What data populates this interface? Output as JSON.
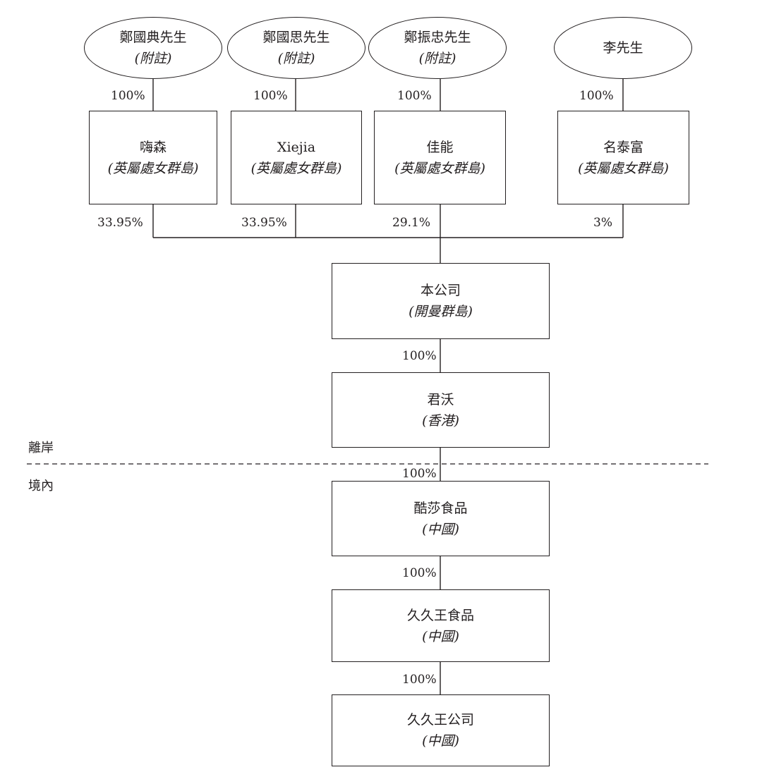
{
  "shareholders": [
    {
      "name": "鄭國典先生",
      "note": "(附註)"
    },
    {
      "name": "鄭國思先生",
      "note": "(附註)"
    },
    {
      "name": "鄭振忠先生",
      "note": "(附註)"
    },
    {
      "name": "李先生"
    }
  ],
  "holdcos": [
    {
      "name": "嗨森",
      "place": "(英屬處女群島)",
      "owner_pct": "100%",
      "stake_pct": "33.95%"
    },
    {
      "name": "Xiejia",
      "place": "(英屬處女群島)",
      "owner_pct": "100%",
      "stake_pct": "33.95%"
    },
    {
      "name": "佳能",
      "place": "(英屬處女群島)",
      "owner_pct": "100%",
      "stake_pct": "29.1%"
    },
    {
      "name": "名泰富",
      "place": "(英屬處女群島)",
      "owner_pct": "100%",
      "stake_pct": "3%"
    }
  ],
  "chain": [
    {
      "name": "本公司",
      "place": "(開曼群島)"
    },
    {
      "name": "君沃",
      "place": "(香港)",
      "pct": "100%"
    },
    {
      "name": "酷莎食品",
      "place": "(中國)",
      "pct": "100%"
    },
    {
      "name": "久久王食品",
      "place": "(中國)",
      "pct": "100%"
    },
    {
      "name": "久久王公司",
      "place": "(中國)",
      "pct": "100%"
    }
  ],
  "zones": {
    "offshore": "離岸",
    "onshore": "境內"
  }
}
